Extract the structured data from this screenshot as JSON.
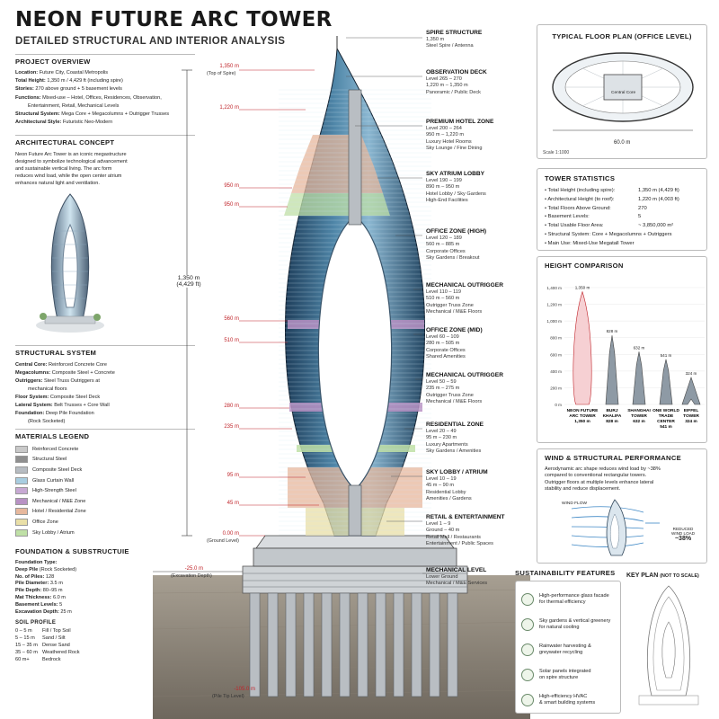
{
  "header": {
    "title": "NEON FUTURE ARC TOWER",
    "subtitle": "DETAILED STRUCTURAL AND INTERIOR ANALYSIS"
  },
  "overview": {
    "heading": "PROJECT OVERVIEW",
    "rows": [
      {
        "k": "Location:",
        "v": "Future City, Coastal Metropolis"
      },
      {
        "k": "Total Height:",
        "v": "1,350 m / 4,429 ft (including spire)"
      },
      {
        "k": "Stories:",
        "v": "270 above ground + 5 basement levels"
      },
      {
        "k": "Functions:",
        "v": "Mixed-use – Hotel, Offices, Residences, Observation,"
      },
      {
        "k": "",
        "v": "Entertainment, Retail, Mechanical Levels"
      },
      {
        "k": "Structural System:",
        "v": "Mega Core + Megacolumns + Outrigger Trusses"
      },
      {
        "k": "Architectural Style:",
        "v": "Futuristic Neo-Modern"
      }
    ]
  },
  "concept": {
    "heading": "ARCHITECTURAL CONCEPT",
    "lines": [
      "Neon Future Arc Tower is an iconic megastructure",
      "designed to symbolize technological advancement",
      "and sustainable vertical living. The arc form",
      "reduces wind load, while the open center atrium",
      "enhances natural light and ventilation."
    ]
  },
  "structural": {
    "heading": "STRUCTURAL SYSTEM",
    "rows": [
      {
        "k": "Central Core:",
        "v": "Reinforced Concrete Core"
      },
      {
        "k": "Megacolumns:",
        "v": "Composite Steel + Concrete"
      },
      {
        "k": "Outriggers:",
        "v": "Steel Truss Outriggers at"
      },
      {
        "k": "",
        "v": "mechanical floors"
      },
      {
        "k": "Floor System:",
        "v": "Composite Steel Deck"
      },
      {
        "k": "Lateral System:",
        "v": "Belt Trusses + Core Wall"
      },
      {
        "k": "Foundation:",
        "v": "Deep Pile Foundation"
      },
      {
        "k": "",
        "v": "(Rock Socketed)"
      }
    ]
  },
  "legend": {
    "heading": "MATERIALS LEGEND",
    "items": [
      {
        "label": "Reinforced Concrete",
        "color": "#c9c9c9"
      },
      {
        "label": "Structural Steel",
        "color": "#8f8f8f"
      },
      {
        "label": "Composite Steel Deck",
        "color": "#b7bcc2"
      },
      {
        "label": "Glass Curtain Wall",
        "color": "#a8cde0"
      },
      {
        "label": "High-Strength Steel",
        "color": "#c7a9d3"
      },
      {
        "label": "Mechanical / M&E Zone",
        "color": "#b892c4"
      },
      {
        "label": "Hotel / Residential Zone",
        "color": "#e7b89d"
      },
      {
        "label": "Office Zone",
        "color": "#e9dfa7"
      },
      {
        "label": "Sky Lobby / Atrium",
        "color": "#bfe0a6"
      }
    ]
  },
  "foundation": {
    "heading": "FOUNDATION & SUBSTRUCTUIE",
    "rows": [
      {
        "k": "Foundation Type:",
        "v": ""
      },
      {
        "k": "Deep Pile",
        "v": "(Rock Socketed)"
      },
      {
        "k": "No. of Piles:",
        "v": "128"
      },
      {
        "k": "Pile Diameter:",
        "v": "3.5 m"
      },
      {
        "k": "Pile Depth:",
        "v": "80–95 m"
      },
      {
        "k": "Mat Thickness:",
        "v": "6.0 m"
      },
      {
        "k": "Basement Levels:",
        "v": "5"
      },
      {
        "k": "Excavation Depth:",
        "v": "25 m"
      }
    ],
    "soil_heading": "SOIL PROFILE",
    "soil": [
      {
        "d": "0 – 5 m",
        "v": "Fill / Top Soil"
      },
      {
        "d": "5 – 15 m",
        "v": "Sand / Silt"
      },
      {
        "d": "15 – 35 m",
        "v": "Dense Sand"
      },
      {
        "d": "35 – 60 m",
        "v": "Weathered Rock"
      },
      {
        "d": "60 m+",
        "v": "Bedrock"
      }
    ]
  },
  "elevations": {
    "spire": "1,350 m",
    "spire_note": "(Top of Spire)",
    "e1220": "1,220 m",
    "e950": "950 m",
    "e560": "560 m",
    "e510": "510 m",
    "e280": "280 m",
    "e235": "235 m",
    "e95": "95 m",
    "e45": "45 m",
    "ground": "0.00 m",
    "ground_note": "(Ground Level)",
    "exc": "-25.0 m",
    "exc_note": "(Excavation Depth)",
    "pile": "-105.0 m",
    "pile_note": "(Pile Tip Level)",
    "total": "1,350 m",
    "total_ft": "(4,429 ft)"
  },
  "zones": [
    {
      "title": "SPIRE STRUCTURE",
      "lines": [
        "1,350 m",
        "Steel Spire / Antenna"
      ]
    },
    {
      "title": "OBSERVATION DECK",
      "lines": [
        "Level 265 – 270",
        "1,220 m – 1,350 m",
        "Panoramic / Public Deck"
      ]
    },
    {
      "title": "PREMIUM HOTEL ZONE",
      "lines": [
        "Level 200 – 264",
        "950 m – 1,220 m",
        "Luxury Hotel Rooms",
        "Sky Lounge / Fine Dining"
      ]
    },
    {
      "title": "SKY ATRIUM LOBBY",
      "lines": [
        "Level 190 – 199",
        "890 m – 950 m",
        "Hotel Lobby / Sky Gardens",
        "High-End Facilities"
      ]
    },
    {
      "title": "OFFICE ZONE (HIGH)",
      "lines": [
        "Level 120 – 189",
        "560 m – 885 m",
        "Corporate Offices",
        "Sky Gardens / Breakout"
      ]
    },
    {
      "title": "MECHANICAL OUTRIGGER",
      "lines": [
        "Level 110 – 119",
        "510 m – 560 m",
        "Outrigger Truss Zone",
        "Mechanical / M&E Floors"
      ]
    },
    {
      "title": "OFFICE ZONE (MID)",
      "lines": [
        "Level 60 – 109",
        "280 m – 505 m",
        "Corporate Offices",
        "Shared Amenities"
      ]
    },
    {
      "title": "MECHANICAL OUTRIGGER",
      "lines": [
        "Level 50 – 59",
        "235 m – 275 m",
        "Outrigger Truss Zone",
        "Mechanical / M&E Floors"
      ]
    },
    {
      "title": "RESIDENTIAL ZONE",
      "lines": [
        "Level 20 – 49",
        "95 m – 230 m",
        "Luxury Apartments",
        "Sky Gardens / Amenities"
      ]
    },
    {
      "title": "SKY LOBBY / ATRIUM",
      "lines": [
        "Level 10 – 19",
        "45 m – 90 m",
        "Residential Lobby",
        "Amenities / Gardens"
      ]
    },
    {
      "title": "RETAIL & ENTERTAINMENT",
      "lines": [
        "Level 1 – 9",
        "Ground – 40 m",
        "Retail Mall / Restaurants",
        "Entertainment / Public Spaces"
      ]
    },
    {
      "title": "MECHANICAL LEVEL",
      "lines": [
        "Lower Ground",
        "Mechanical / M&E Services"
      ]
    }
  ],
  "floorplan": {
    "heading": "TYPICAL FLOOR PLAN (OFFICE LEVEL)",
    "core": "Central Core",
    "dim": "60.0 m",
    "scale": "Scale 1:1000"
  },
  "stats": {
    "heading": "TOWER STATISTICS",
    "rows": [
      {
        "k": "Total Height (including spire):",
        "v": "1,350 m (4,429 ft)"
      },
      {
        "k": "Architectural Height (to roof):",
        "v": "1,220 m (4,003 ft)"
      },
      {
        "k": "Total Floors Above Ground:",
        "v": "270"
      },
      {
        "k": "Basement Levels:",
        "v": "5"
      },
      {
        "k": "Total Usable Floor Area:",
        "v": "~ 3,850,000 m²"
      },
      {
        "k": "Structural System: Core + Megacolumns + Outriggers",
        "v": ""
      },
      {
        "k": "Main Use: Mixed-Use Megatall Tower",
        "v": ""
      }
    ]
  },
  "height": {
    "heading": "HEIGHT COMPARISON",
    "ticks": [
      "1,400 m",
      "1,200 m",
      "1,000 m",
      "800 m",
      "600 m",
      "400 m",
      "200 m",
      "0 m"
    ],
    "towers": [
      {
        "name1": "NEON FUTURE",
        "name2": "ARC TOWER",
        "name3": "",
        "h": "1,350 m",
        "top": "1,350 m",
        "value": 1350
      },
      {
        "name1": "BURJ",
        "name2": "KHALIFA",
        "name3": "",
        "h": "828 m",
        "top": "828 m",
        "value": 828
      },
      {
        "name1": "SHANGHAI",
        "name2": "TOWER",
        "name3": "",
        "h": "632 m",
        "top": "632 m",
        "value": 632
      },
      {
        "name1": "ONE WORLD",
        "name2": "TRADE",
        "name3": "CENTER",
        "h": "541 m",
        "top": "541 m",
        "value": 541
      },
      {
        "name1": "EIFFEL",
        "name2": "TOWER",
        "name3": "",
        "h": "324 m",
        "top": "324 m",
        "value": 324
      }
    ]
  },
  "wind": {
    "heading": "WIND & STRUCTURAL PERFORMANCE",
    "lines": [
      "Aerodynamic arc shape reduces wind load by ~38%",
      "compared to conventional rectangular towers.",
      "Outrigger floors at multiple levels enhance lateral",
      "stability and reduce displacement."
    ],
    "flow": "WIND FLOW",
    "reduced1": "REDUCED",
    "reduced2": "WIND LOAD",
    "pct": "~38%"
  },
  "sustain": {
    "heading": "SUSTAINABILITY FEATURES",
    "items": [
      {
        "l1": "High-performance glass facade",
        "l2": "for thermal efficiency"
      },
      {
        "l1": "Sky gardens & vertical greenery",
        "l2": "for natural cooling"
      },
      {
        "l1": "Rainwater harvesting &",
        "l2": "greywater recycling"
      },
      {
        "l1": "Solar panels integrated",
        "l2": "on spire structure"
      },
      {
        "l1": "High-efficiency HVAC",
        "l2": "& smart building systems"
      }
    ]
  },
  "keyplan": {
    "heading": "KEY PLAN",
    "note": "(NOT TO SCALE)"
  }
}
